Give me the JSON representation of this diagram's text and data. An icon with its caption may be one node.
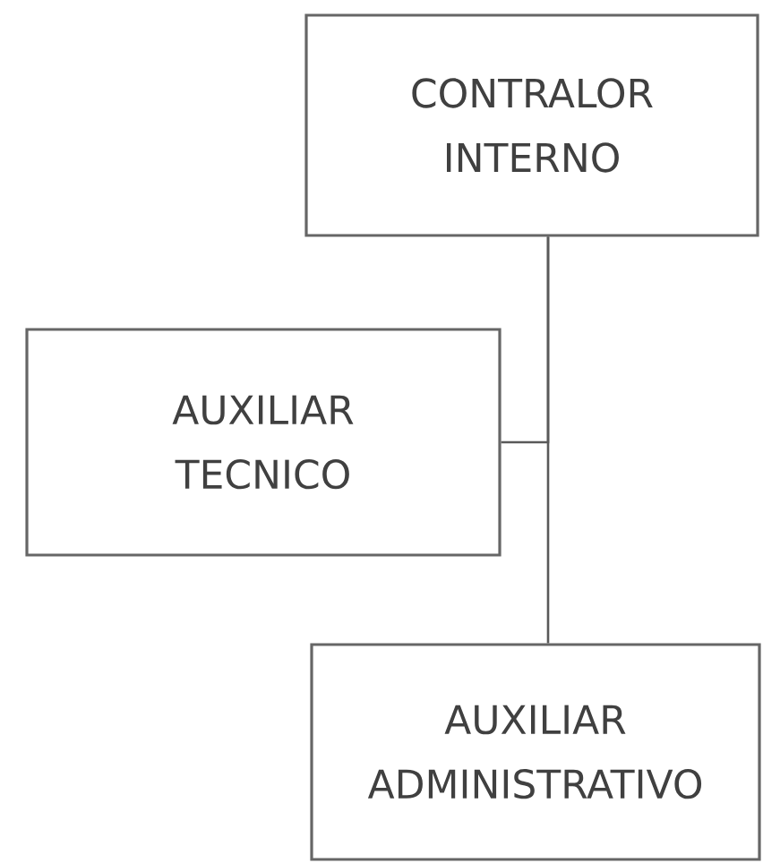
{
  "diagram": {
    "nodes": [
      {
        "text": [
          "CONTRALOR INTERNO"
        ]
      },
      {
        "text": [
          "AUXILIAR TECNICO"
        ]
      },
      {
        "text": [
          "AUXILIAR ADMINISTRATIVO"
        ]
      }
    ],
    "edges": [
      {
        "from": 0,
        "to": 1,
        "arrow": "none"
      },
      {
        "from": 0,
        "to": 2,
        "arrow": "none"
      }
    ]
  }
}
